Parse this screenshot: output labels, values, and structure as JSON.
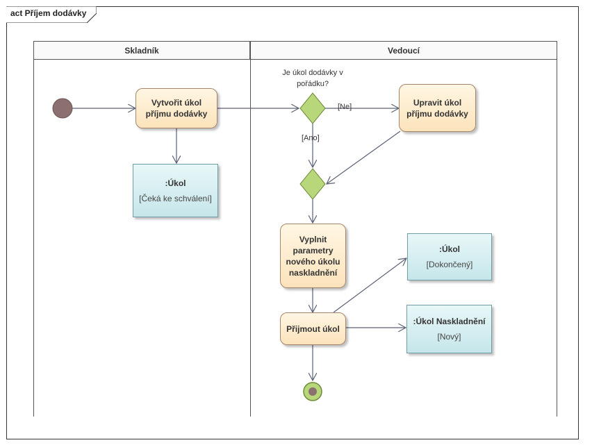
{
  "diagram": {
    "frame_title": "act Příjem dodávky",
    "lanes": [
      {
        "label": "Skladník"
      },
      {
        "label": "Vedoucí"
      }
    ],
    "actions": {
      "vytvorit": "Vytvořit úkol\npříjmu dodávky",
      "upravit": "Upravit úkol\npříjmu dodávky",
      "vyplnit": "Vyplnit\nparametry\nnového úkolu\nnaskladnění",
      "prijmout": "Přijmout úkol"
    },
    "objects": {
      "ukol_ceka": {
        "name": ":Úkol",
        "state": "[Čeká ke schválení]"
      },
      "ukol_dokonceny": {
        "name": ":Úkol",
        "state": "[Dokončený]"
      },
      "ukol_naskladneni": {
        "name": ":Úkol Naskladnění",
        "state": "[Nový]"
      }
    },
    "decision_question": "Je úkol dodávky v\npořádku?",
    "guards": {
      "ne": "[Ne]",
      "ano": "[Ano]"
    },
    "colors": {
      "initial_node": "#8c6f6f",
      "decision_fill": "#b8d67a",
      "final_node": "#b8d67a",
      "action_fill": "#fbe3bb",
      "object_fill": "#c6e6ea",
      "edge": "#5a6175"
    }
  }
}
